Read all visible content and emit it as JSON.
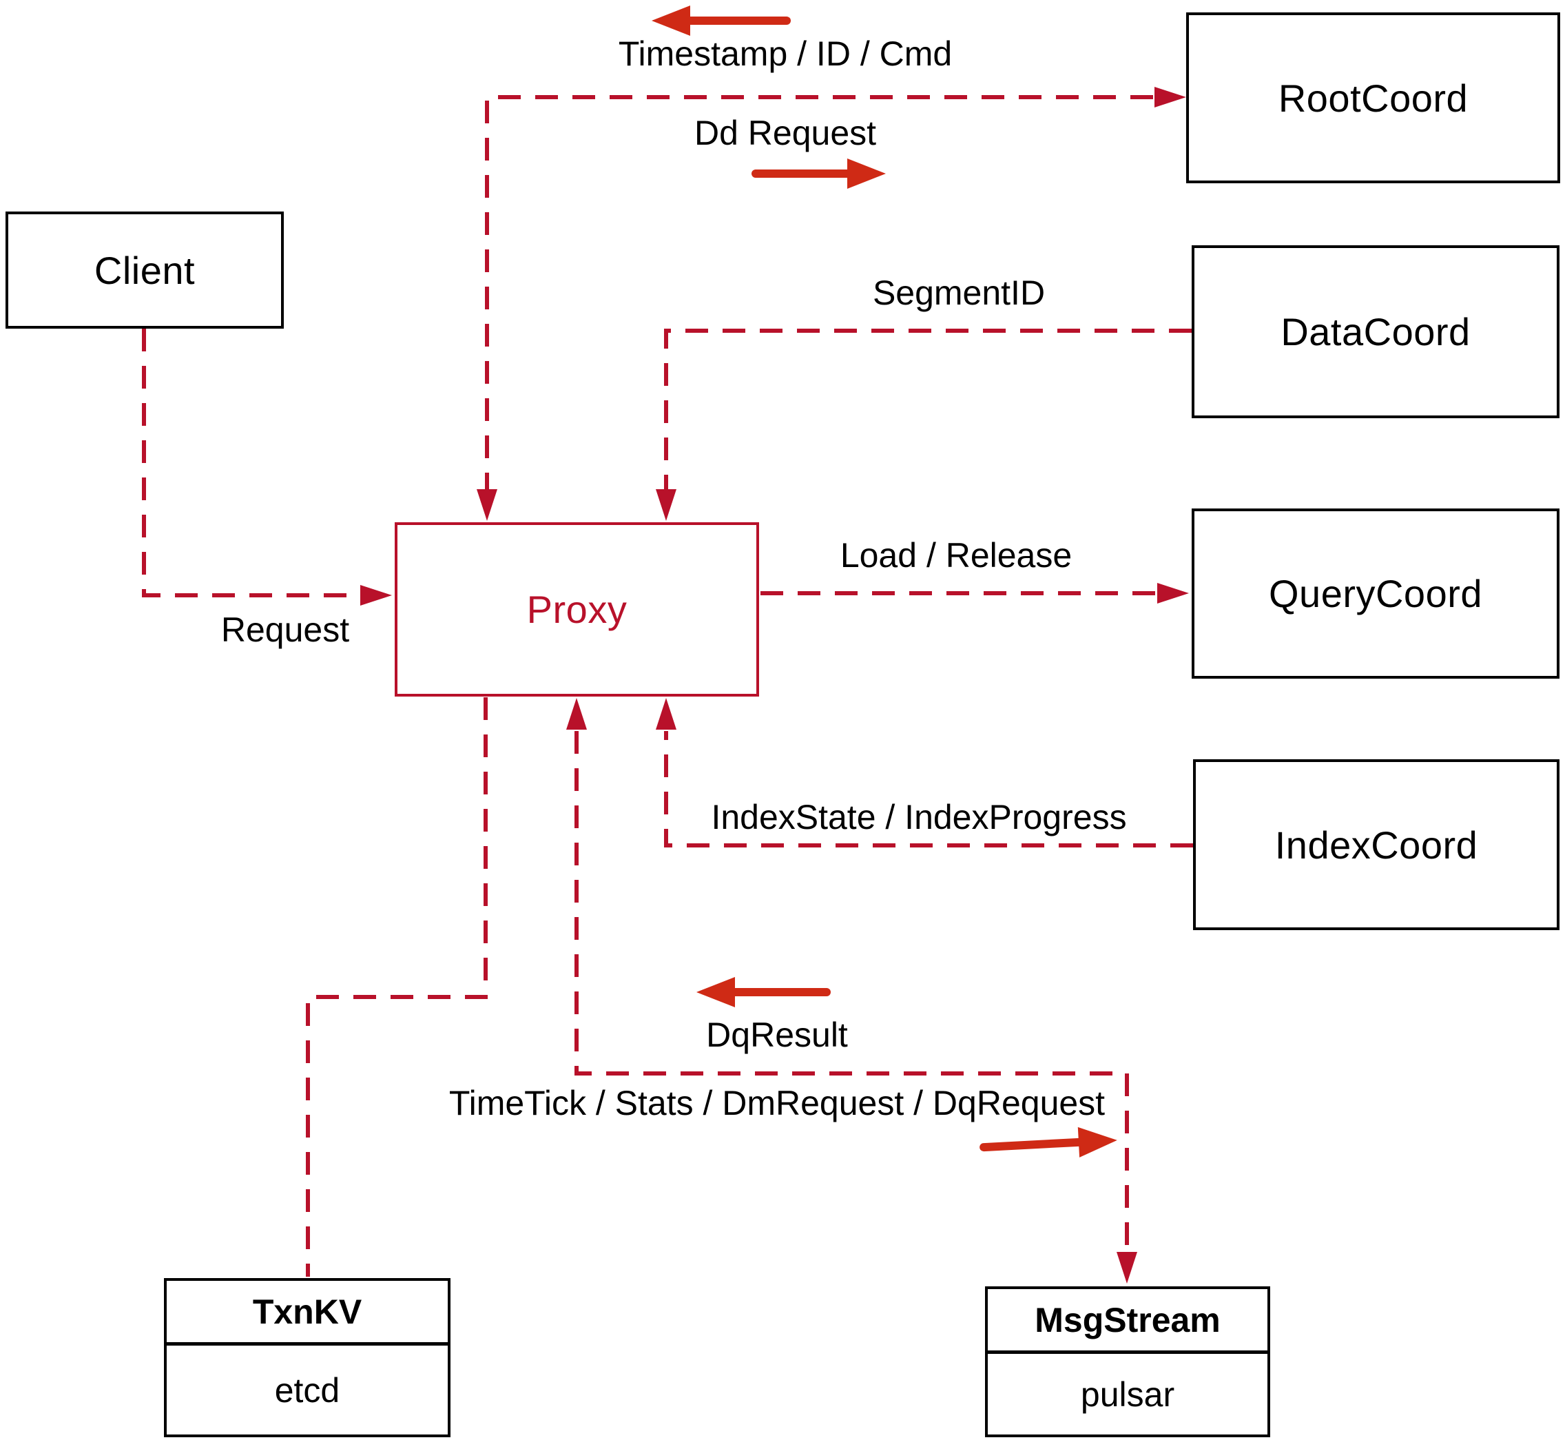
{
  "nodes": {
    "client": {
      "label": "Client"
    },
    "proxy": {
      "label": "Proxy"
    },
    "root_coord": {
      "label": "RootCoord"
    },
    "data_coord": {
      "label": "DataCoord"
    },
    "query_coord": {
      "label": "QueryCoord"
    },
    "index_coord": {
      "label": "IndexCoord"
    },
    "txn_kv": {
      "title": "TxnKV",
      "impl": "etcd"
    },
    "msg_stream": {
      "title": "MsgStream",
      "impl": "pulsar"
    }
  },
  "edges": {
    "root_coord_response": "Timestamp / ID / Cmd",
    "dd_request": "Dd Request",
    "segment_id": "SegmentID",
    "load_release": "Load / Release",
    "index_state": "IndexState / IndexProgress",
    "client_request": "Request",
    "dq_result": "DqResult",
    "msg_stream_messages": "TimeTick / Stats / DmRequest / DqRequest"
  },
  "colors": {
    "connector_red": "#b8112a",
    "arrow_red": "#cf2a15",
    "box_border_black": "#000000",
    "text_black": "#000000",
    "background": "#ffffff"
  }
}
